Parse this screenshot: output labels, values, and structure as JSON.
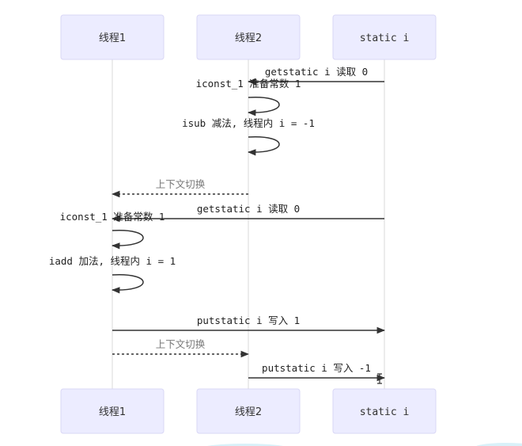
{
  "diagram": {
    "type": "sequence",
    "participants": [
      {
        "id": "t1",
        "label": "线程1"
      },
      {
        "id": "t2",
        "label": "线程2"
      },
      {
        "id": "si",
        "label": "static i"
      }
    ],
    "messages": [
      {
        "from": "si",
        "to": "t2",
        "style": "solid",
        "code": "getstatic i",
        "text": "读取 0"
      },
      {
        "from": "t2",
        "to": "t2",
        "style": "self",
        "code": "iconst_1",
        "text": "准备常数 1"
      },
      {
        "from": "t2",
        "to": "t2",
        "style": "self",
        "code": "isub",
        "text": "减法, 线程内 i = -1"
      },
      {
        "from": "t2",
        "to": "t1",
        "style": "dotted",
        "code": "",
        "text": "上下文切换"
      },
      {
        "from": "si",
        "to": "t1",
        "style": "solid",
        "code": "getstatic i",
        "text": "读取 0"
      },
      {
        "from": "t1",
        "to": "t1",
        "style": "self",
        "code": "iconst_1",
        "text": "准备常数 1"
      },
      {
        "from": "t1",
        "to": "t1",
        "style": "self",
        "code": "iadd",
        "text": "加法, 线程内 i = 1"
      },
      {
        "from": "t1",
        "to": "si",
        "style": "solid",
        "code": "putstatic i",
        "text": "写入 1"
      },
      {
        "from": "t1",
        "to": "t2",
        "style": "dotted",
        "code": "",
        "text": "上下文切换"
      },
      {
        "from": "t2",
        "to": "si",
        "style": "solid",
        "code": "putstatic i",
        "text": "写入 -1"
      }
    ]
  },
  "colors": {
    "actor_fill": "#ececff",
    "actor_border": "#d9d7f5",
    "lifeline": "#d8d8d8",
    "arrow": "#333333"
  }
}
